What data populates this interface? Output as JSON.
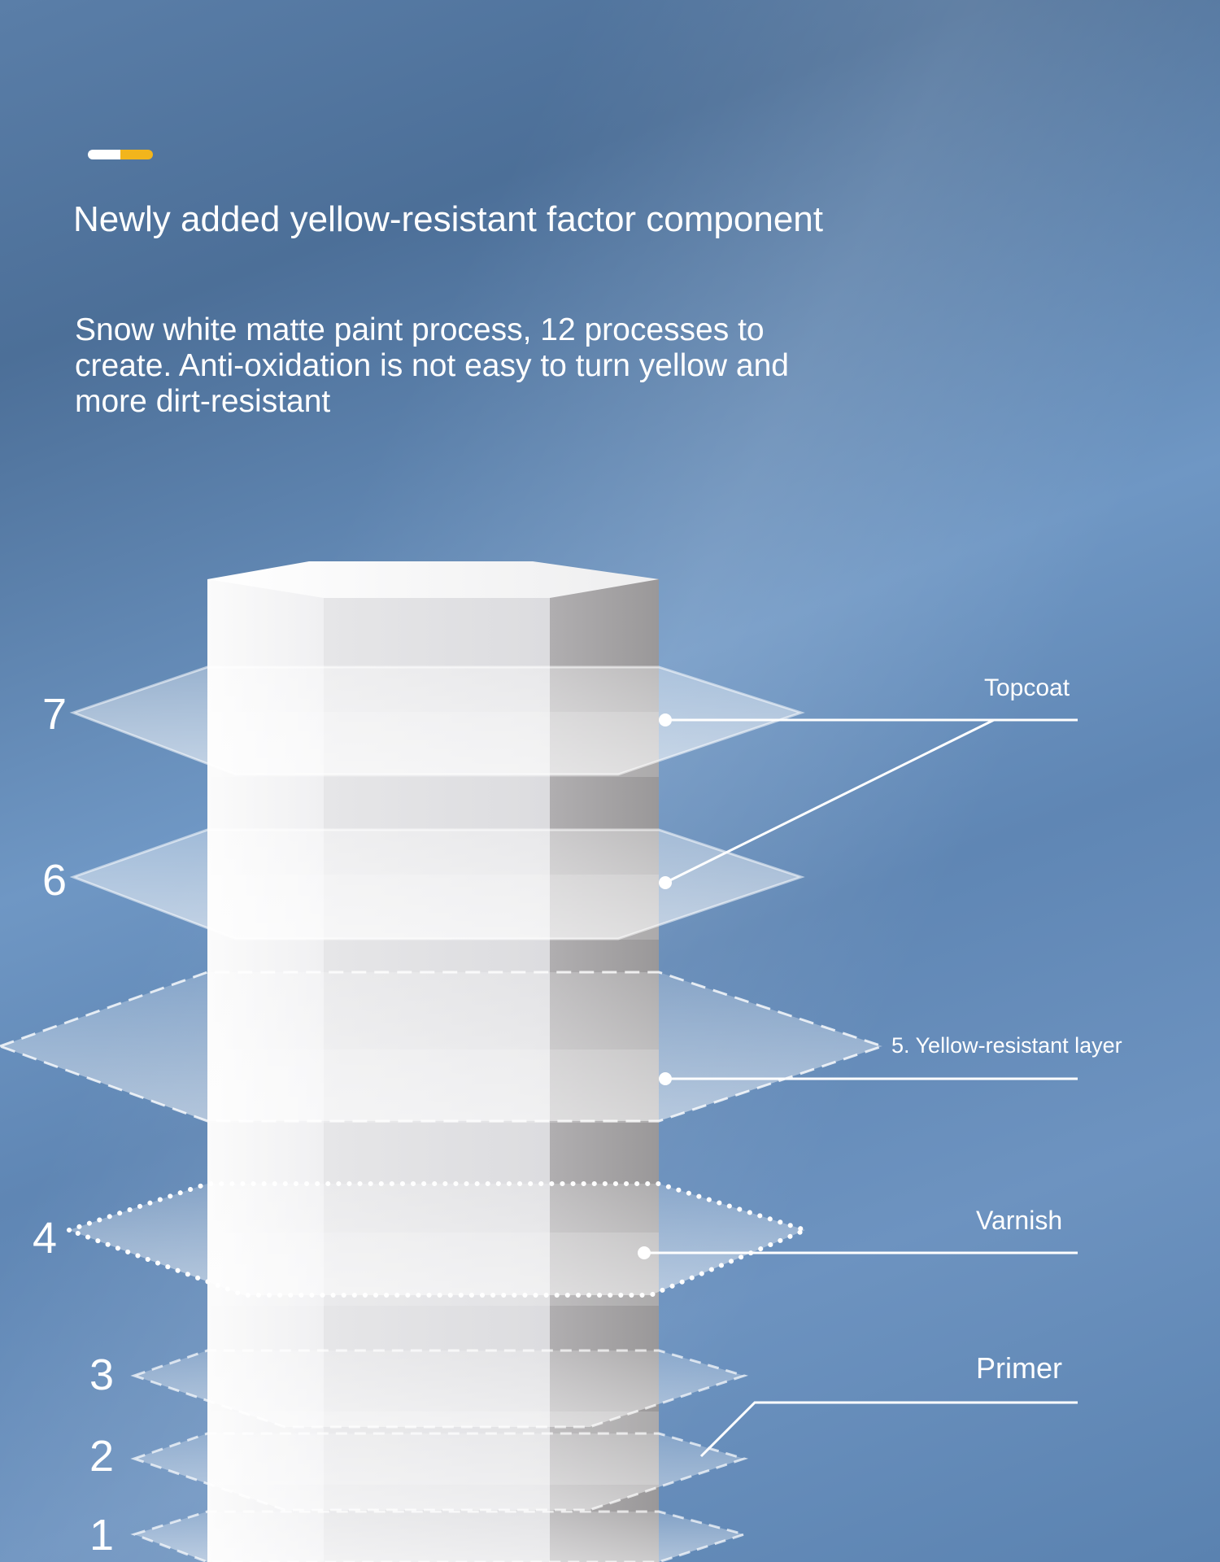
{
  "header": {
    "title": "Newly added yellow-resistant factor component",
    "description": "Snow white matte paint process, 12 processes to create. Anti-oxidation is not easy to turn yellow and more dirt-resistant"
  },
  "layer_numbers": [
    "7",
    "6",
    "4",
    "3",
    "2",
    "1"
  ],
  "labels": {
    "topcoat": "Topcoat",
    "yellow_resistant": "5. Yellow-resistant layer",
    "varnish": "Varnish",
    "primer": "Primer"
  },
  "colors": {
    "accent_yellow": "#f2b51c",
    "accent_white": "#ffffff",
    "background_blue": "#5f86b4"
  }
}
